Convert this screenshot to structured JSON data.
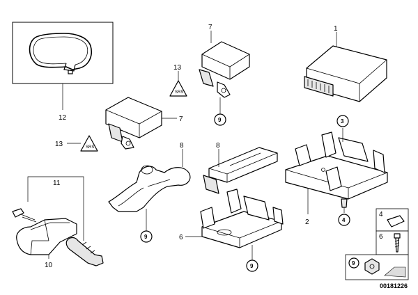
{
  "callouts": [
    {
      "id": "c1",
      "text": "1"
    },
    {
      "id": "c2",
      "text": "2"
    },
    {
      "id": "c3",
      "text": "3"
    },
    {
      "id": "c4",
      "text": "4"
    },
    {
      "id": "c6",
      "text": "6"
    },
    {
      "id": "c7a",
      "text": "7"
    },
    {
      "id": "c7b",
      "text": "7"
    },
    {
      "id": "c8a",
      "text": "8"
    },
    {
      "id": "c8b",
      "text": "8"
    },
    {
      "id": "c10",
      "text": "10"
    },
    {
      "id": "c11",
      "text": "11"
    },
    {
      "id": "c12",
      "text": "12"
    },
    {
      "id": "c13a",
      "text": "13"
    },
    {
      "id": "c13b",
      "text": "13"
    }
  ],
  "circled_markers": [
    {
      "id": "m9a",
      "text": "9"
    },
    {
      "id": "m9b",
      "text": "9"
    },
    {
      "id": "m9c",
      "text": "9"
    },
    {
      "id": "m3",
      "text": "3"
    },
    {
      "id": "m4",
      "text": "4"
    },
    {
      "id": "m9d",
      "text": "9"
    }
  ],
  "legend": {
    "item4": "4",
    "item6": "6",
    "item9": "9"
  },
  "reference_number": "00181226"
}
